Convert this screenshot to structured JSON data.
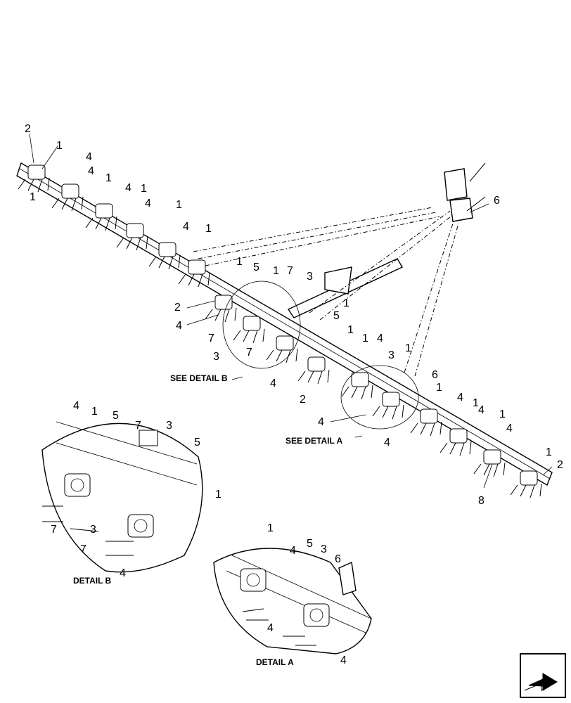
{
  "callouts": {
    "top_2": "2",
    "top_1a": "1",
    "top_4a": "4",
    "top_1b": "1",
    "top_4b": "4",
    "top_1c": "1",
    "top_4c": "4",
    "top_1d": "1",
    "top_4d": "4",
    "top_1e": "1",
    "top_4e": "4",
    "top_1f": "1",
    "mid_1a": "1",
    "mid_5a": "5",
    "mid_1b": "1",
    "mid_7a": "7",
    "mid_3a": "3",
    "mid_2a": "2",
    "mid_4a": "4",
    "mid_7b": "7",
    "mid_3b": "3",
    "mid_7c": "7",
    "mid_1c": "1",
    "mid_5b": "5",
    "mid_1d": "1",
    "mid_4b": "4",
    "mid_2b": "2",
    "mid_1e": "1",
    "mid_4c": "4",
    "mid_3c": "3",
    "mid_1f": "1",
    "mid_6a": "6",
    "mid_4d": "4",
    "mid_1g": "1",
    "mid_4e": "4",
    "ctl_6": "6",
    "right_4a": "4",
    "right_1a": "1",
    "right_4b": "4",
    "right_1b": "1",
    "right_4c": "4",
    "right_1c": "1",
    "right_2": "2",
    "right_8": "8",
    "b_4": "4",
    "b_1a": "1",
    "b_5a": "5",
    "b_7a": "7",
    "b_3a": "3",
    "b_5b": "5",
    "b_7b": "7",
    "b_3b": "3",
    "b_7c": "7",
    "b_1b": "1",
    "b_4b": "4",
    "a_1": "1",
    "a_4a": "4",
    "a_5": "5",
    "a_3": "3",
    "a_6": "6",
    "a_4b": "4",
    "a_4c": "4"
  },
  "labels": {
    "see_detail_b": "SEE DETAIL  B",
    "see_detail_a": "SEE DETAIL  A",
    "detail_b": "DETAIL B",
    "detail_a": "DETAIL A"
  },
  "icons": {
    "corner": "next-page-arrow-icon"
  }
}
